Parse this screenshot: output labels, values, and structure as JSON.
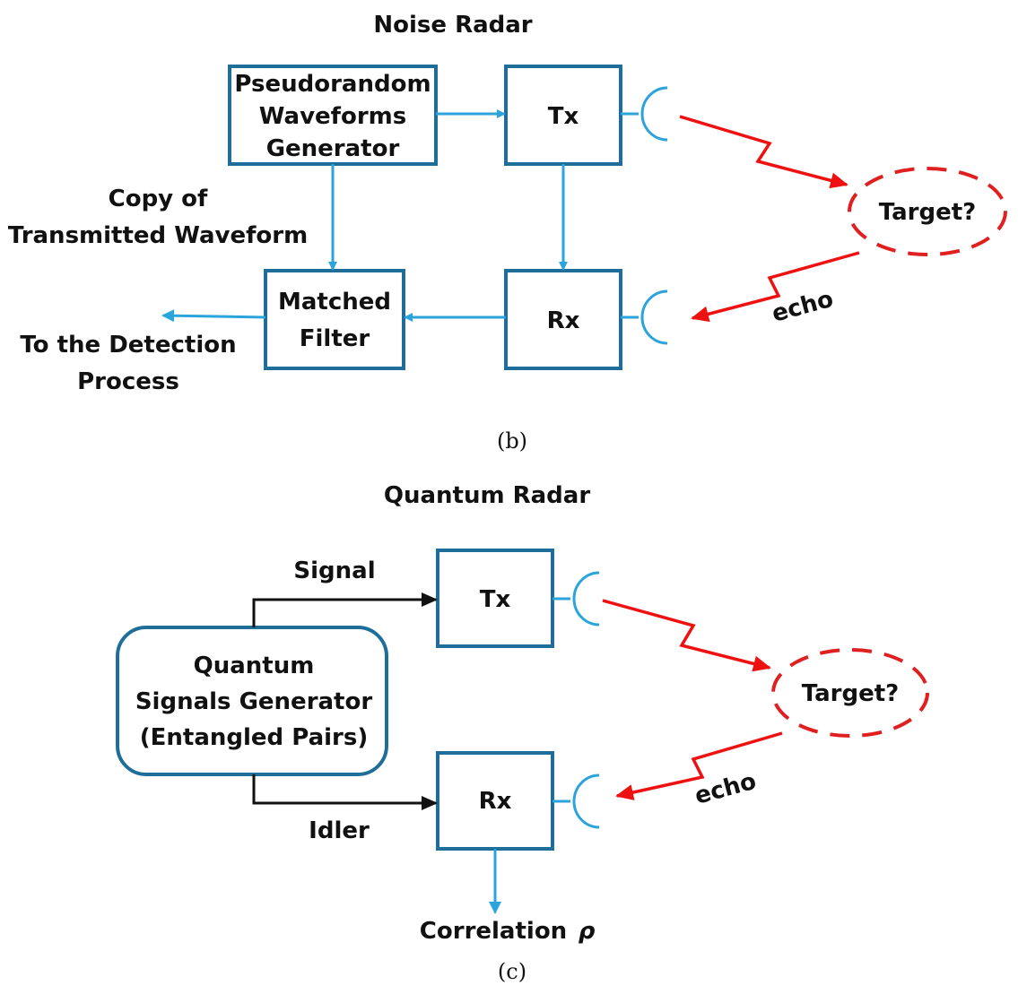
{
  "noise_radar": {
    "title": "Noise Radar",
    "generator_lines": [
      "Pseudorandom",
      "Waveforms",
      "Generator"
    ],
    "tx": "Tx",
    "rx": "Rx",
    "matched_filter_lines": [
      "Matched",
      "Filter"
    ],
    "copy_label_lines": [
      "Copy of",
      "Transmitted Waveform"
    ],
    "output_label_lines": [
      "To the Detection",
      "Process"
    ],
    "target": "Target?",
    "echo": "echo",
    "caption": "(b)"
  },
  "quantum_radar": {
    "title": "Quantum Radar",
    "generator_lines": [
      "Quantum",
      "Signals Generator",
      "(Entangled Pairs)"
    ],
    "tx": "Tx",
    "rx": "Rx",
    "signal": "Signal",
    "idler": "Idler",
    "target": "Target?",
    "echo": "echo",
    "correlation": "Correlation",
    "rho": "ρ",
    "caption": "(c)"
  },
  "colors": {
    "box_stroke": "#1f6e99",
    "blue_arrow": "#2ba3db",
    "red_path": "#ee1111",
    "black_arrow": "#111111"
  }
}
